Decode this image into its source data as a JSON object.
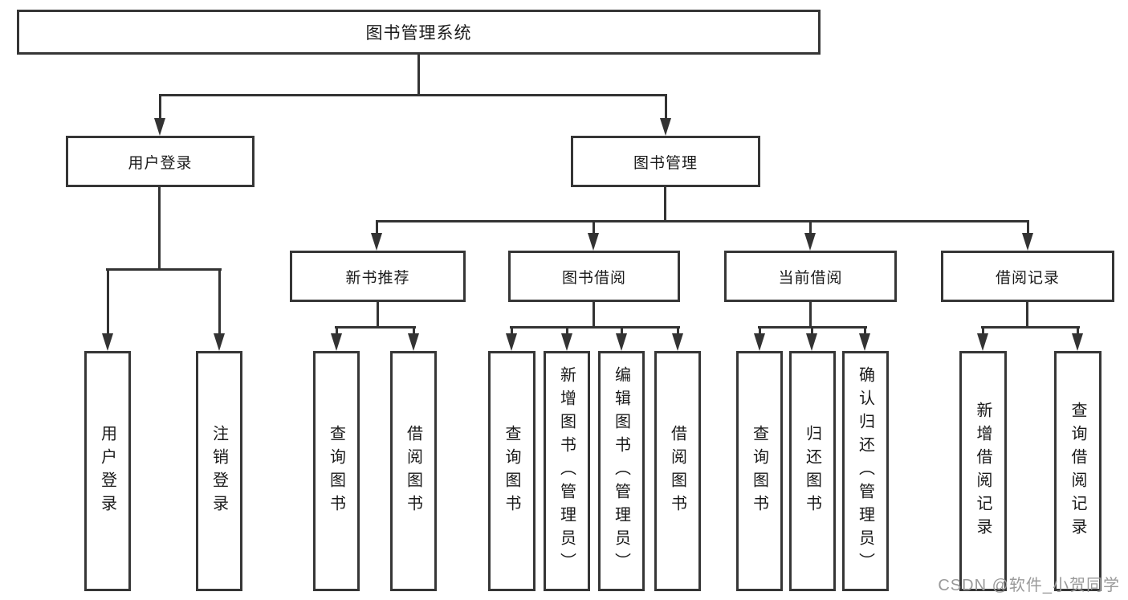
{
  "diagram": {
    "type": "hierarchy-structure-chart",
    "colors": {
      "line": "#333333",
      "box_border": "#363636",
      "text": "#1a1a1a",
      "background": "#ffffff",
      "watermark": "#9a9a9a"
    },
    "nodes": {
      "root": "图书管理系统",
      "user_login": "用户登录",
      "book_mgmt": "图书管理",
      "new_books": "新书推荐",
      "book_borrow": "图书借阅",
      "current_borrow": "当前借阅",
      "borrow_records": "借阅记录"
    },
    "leaves": {
      "user_login": [
        "用户登录",
        "注销登录"
      ],
      "new_books": [
        "查询图书",
        "借阅图书"
      ],
      "book_borrow": [
        "查询图书",
        "新增图书（管理员）",
        "编辑图书（管理员）",
        "借阅图书"
      ],
      "current_borrow": [
        "查询图书",
        "归还图书",
        "确认归还（管理员）"
      ],
      "borrow_records": [
        "新增借阅记录",
        "查询借阅记录"
      ]
    },
    "watermark": "CSDN @软件_小贺同学"
  }
}
